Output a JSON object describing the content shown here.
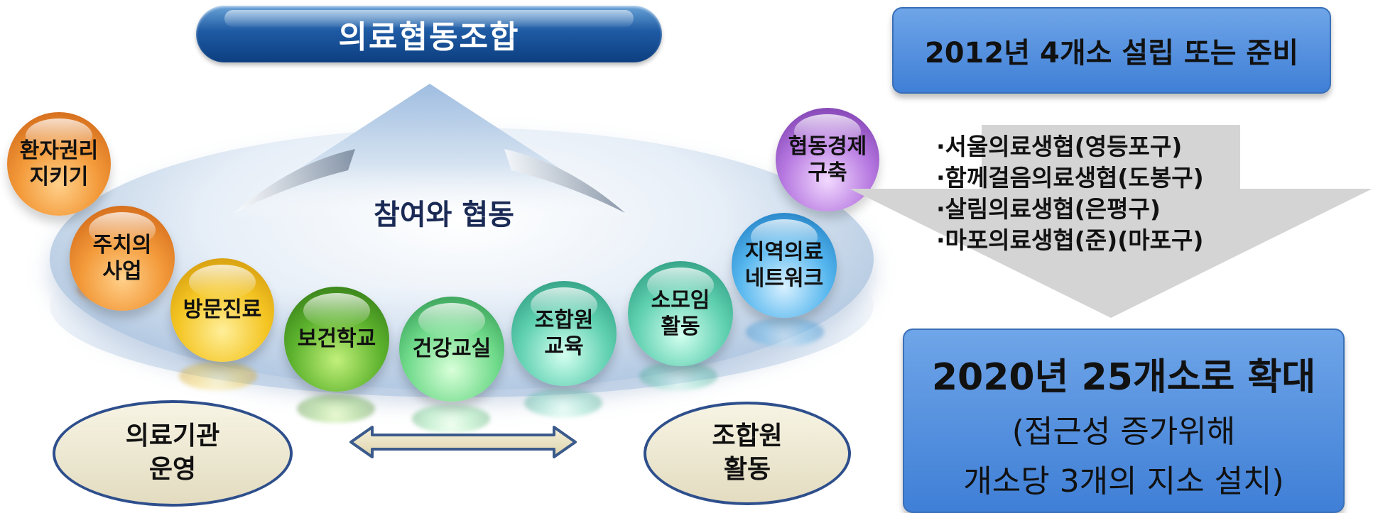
{
  "title": "의료협동조합",
  "center_label": "참여와 협동",
  "balls": [
    {
      "label_1": "환자권리",
      "label_2": "지키기"
    },
    {
      "label_1": "주치의",
      "label_2": "사업"
    },
    {
      "label_1": "방문진료"
    },
    {
      "label_1": "보건학교"
    },
    {
      "label_1": "건강교실"
    },
    {
      "label_1": "조합원",
      "label_2": "교육"
    },
    {
      "label_1": "소모임",
      "label_2": "활동"
    },
    {
      "label_1": "지역의료",
      "label_2": "네트워크"
    },
    {
      "label_1": "협동경제",
      "label_2": "구축"
    }
  ],
  "left_oval": {
    "line_1": "의료기관",
    "line_2": "운영"
  },
  "right_oval": {
    "line_1": "조합원",
    "line_2": "활동"
  },
  "top_box": "2012년 4개소 설립 또는 준비",
  "list_items": [
    "∙서울의료생협(영등포구)",
    "∙함께걸음의료생협(도봉구)",
    "∙살림의료생협(은평구)",
    "∙마포의료생협(준)(마포구)"
  ],
  "bottom_box": {
    "line_1": "2020년 25개소로 확대",
    "line_2": "(접근성 증가위해",
    "line_3": "개소당 3개의 지소 설치)"
  },
  "colors": {
    "title_blue": "#1e5aa3",
    "box_blue": "#4f8fe0",
    "oval_border": "#2e4f8c"
  }
}
